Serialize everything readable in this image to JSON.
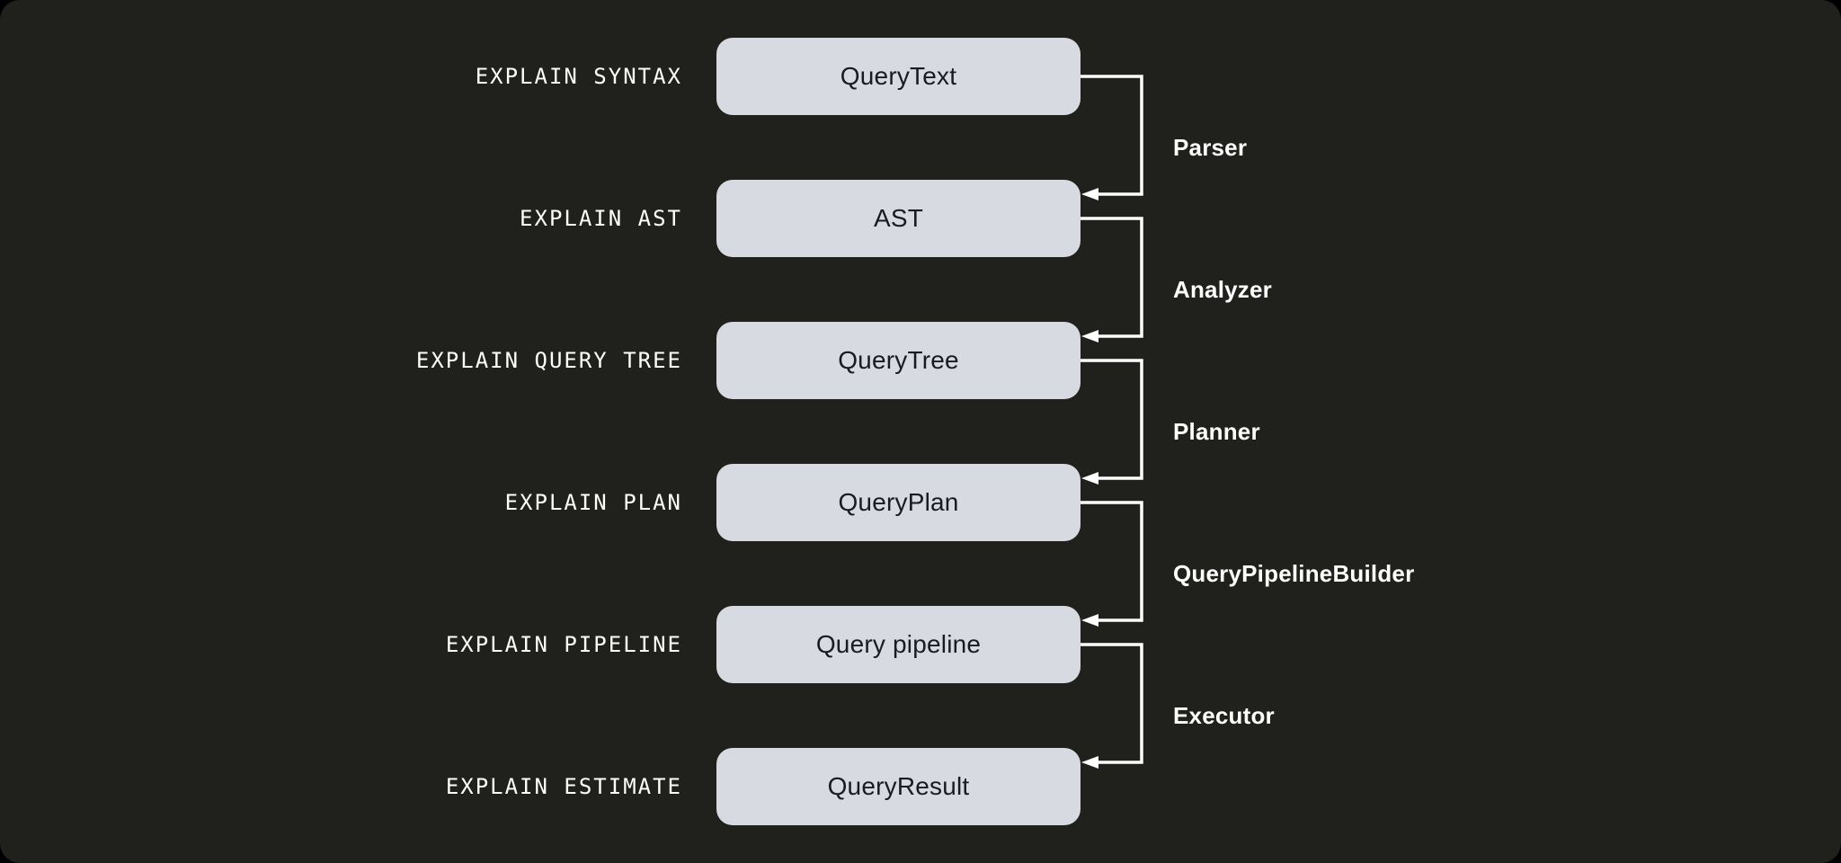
{
  "canvas": {
    "background_color": "#20211c",
    "outside_color": "#000000",
    "connector_color": "#ffffff",
    "box_fill_color": "#d7dae0",
    "box_text_color": "#1a1b1f",
    "label_text_color": "#ffffff"
  },
  "rows": [
    {
      "command": "EXPLAIN SYNTAX",
      "artifact": "QueryText"
    },
    {
      "command": "EXPLAIN AST",
      "artifact": "AST"
    },
    {
      "command": "EXPLAIN QUERY TREE",
      "artifact": "QueryTree"
    },
    {
      "command": "EXPLAIN PLAN",
      "artifact": "QueryPlan"
    },
    {
      "command": "EXPLAIN PIPELINE",
      "artifact": "Query pipeline"
    },
    {
      "command": "EXPLAIN ESTIMATE",
      "artifact": "QueryResult"
    }
  ],
  "transitions": [
    {
      "from": "QueryText",
      "to": "AST",
      "label": "Parser"
    },
    {
      "from": "AST",
      "to": "QueryTree",
      "label": "Analyzer"
    },
    {
      "from": "QueryTree",
      "to": "QueryPlan",
      "label": "Planner"
    },
    {
      "from": "QueryPlan",
      "to": "Query pipeline",
      "label": "QueryPipelineBuilder"
    },
    {
      "from": "Query pipeline",
      "to": "QueryResult",
      "label": "Executor"
    }
  ]
}
